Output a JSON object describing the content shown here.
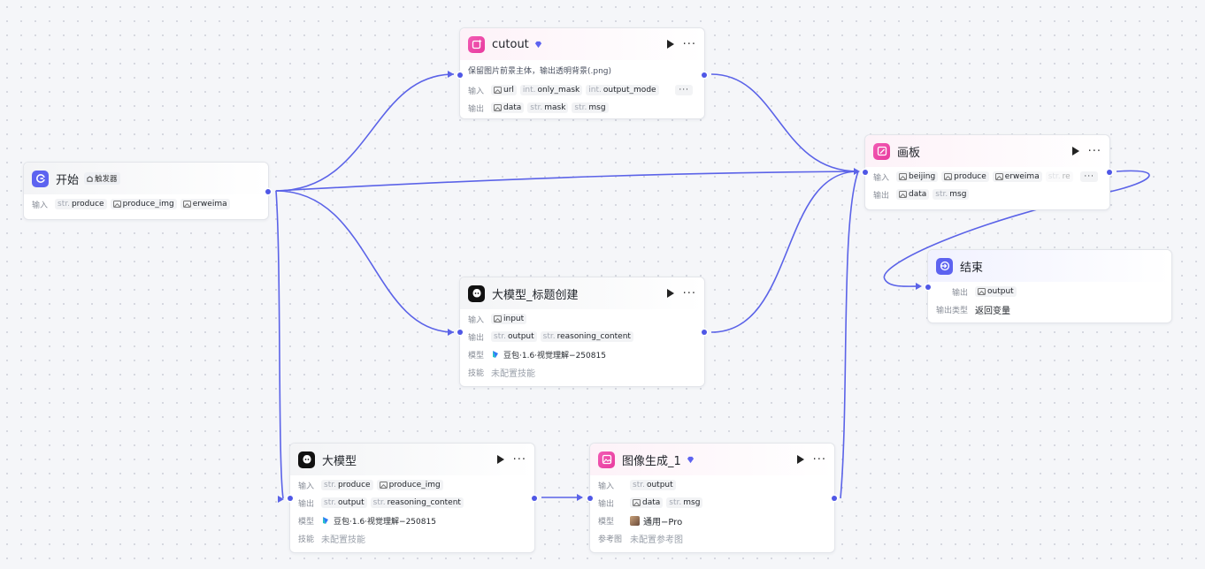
{
  "labels": {
    "input": "输入",
    "output": "输出",
    "model": "模型",
    "skill": "技能",
    "output_type": "输出类型",
    "ref_image": "参考图"
  },
  "nodes": {
    "start": {
      "title": "开始",
      "badge": "触发器",
      "inputs": [
        {
          "type": "str.",
          "name": "produce"
        },
        {
          "type": "image",
          "name": "produce_img"
        },
        {
          "type": "image",
          "name": "erweima"
        }
      ]
    },
    "cutout": {
      "title": "cutout",
      "description": "保留图片前景主体，输出透明背景(.png)",
      "inputs": [
        {
          "type": "image",
          "name": "url"
        },
        {
          "type": "int.",
          "name": "only_mask"
        },
        {
          "type": "int.",
          "name": "output_mode"
        }
      ],
      "outputs": [
        {
          "type": "image",
          "name": "data"
        },
        {
          "type": "str.",
          "name": "mask"
        },
        {
          "type": "str.",
          "name": "msg"
        }
      ]
    },
    "llm_title": {
      "title": "大模型_标题创建",
      "inputs": [
        {
          "type": "image",
          "name": "input"
        }
      ],
      "outputs": [
        {
          "type": "str.",
          "name": "output"
        },
        {
          "type": "str.",
          "name": "reasoning_content"
        }
      ],
      "model": "豆包·1.6·视觉理解−250815",
      "skill": "未配置技能"
    },
    "canvas": {
      "title": "画板",
      "inputs": [
        {
          "type": "image",
          "name": "beijing"
        },
        {
          "type": "image",
          "name": "produce"
        },
        {
          "type": "image",
          "name": "erweima"
        },
        {
          "type": "str.",
          "name": "re"
        }
      ],
      "outputs": [
        {
          "type": "image",
          "name": "data"
        },
        {
          "type": "str.",
          "name": "msg"
        }
      ]
    },
    "end": {
      "title": "结束",
      "outputs": [
        {
          "type": "image",
          "name": "output"
        }
      ],
      "output_type": "返回变量"
    },
    "llm": {
      "title": "大模型",
      "inputs": [
        {
          "type": "str.",
          "name": "produce"
        },
        {
          "type": "image",
          "name": "produce_img"
        }
      ],
      "outputs": [
        {
          "type": "str.",
          "name": "output"
        },
        {
          "type": "str.",
          "name": "reasoning_content"
        }
      ],
      "model": "豆包·1.6·视觉理解−250815",
      "skill": "未配置技能"
    },
    "imggen": {
      "title": "图像生成_1",
      "inputs": [
        {
          "type": "str.",
          "name": "output"
        }
      ],
      "outputs": [
        {
          "type": "image",
          "name": "data"
        },
        {
          "type": "str.",
          "name": "msg"
        }
      ],
      "model": "通用−Pro",
      "ref_image": "未配置参考图"
    }
  },
  "colors": {
    "edge": "#5b63e8",
    "port": "#4f57e6",
    "accent_blue": "#5d63f0",
    "accent_pink": "#e83b9e"
  }
}
